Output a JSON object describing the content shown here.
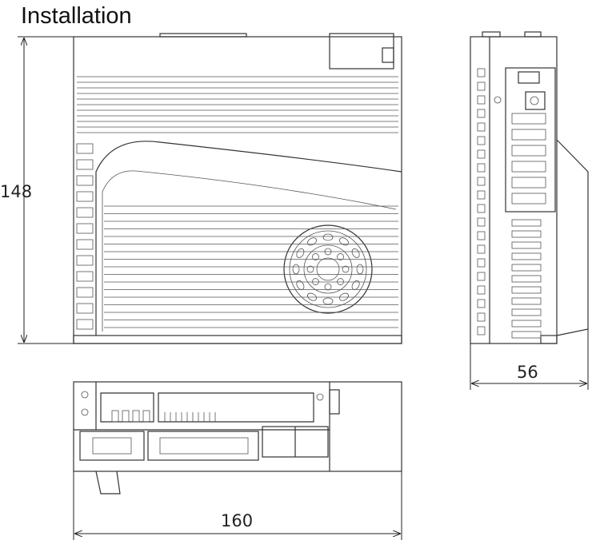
{
  "title": "Installation",
  "dimensions": {
    "height": "148",
    "depth": "56",
    "width": "160"
  }
}
